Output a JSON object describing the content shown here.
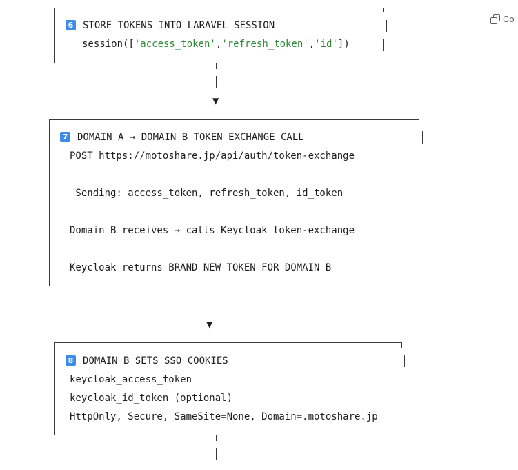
{
  "toolbar": {
    "copy_label": "Co"
  },
  "step6": {
    "badge": "6",
    "title": "STORE TOKENS INTO LARAVEL SESSION",
    "code_prefix": "session([",
    "str1": "'access_token'",
    "sep1": ",",
    "str2": "'refresh_token'",
    "sep2": ",",
    "str3": "'id'",
    "code_suffix": "])"
  },
  "step7": {
    "badge": "7",
    "title": "DOMAIN A → DOMAIN B TOKEN EXCHANGE CALL",
    "line1": "POST https://motoshare.jp/api/auth/token-exchange",
    "line2": " Sending: access_token, refresh_token, id_token",
    "line3": "Domain B receives → calls Keycloak token-exchange",
    "line4": "Keycloak returns BRAND NEW TOKEN FOR DOMAIN B"
  },
  "step8": {
    "badge": "8",
    "title": "DOMAIN B SETS SSO COOKIES",
    "line1": "keycloak_access_token",
    "line2": "keycloak_id_token (optional)",
    "line3": "HttpOnly, Secure, SameSite=None, Domain=.motoshare.jp"
  },
  "connector": {
    "arrow_glyph": "▼"
  }
}
